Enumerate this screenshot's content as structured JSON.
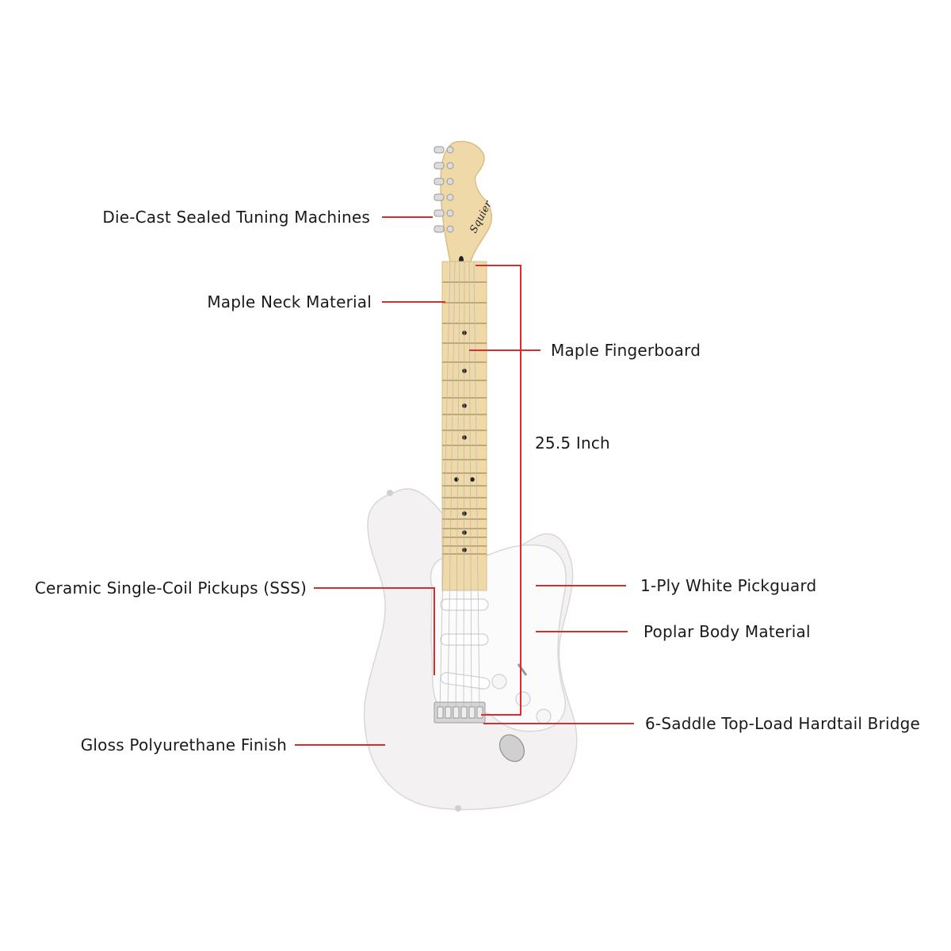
{
  "colors": {
    "leader": "#d32f2f",
    "body": "#f4f1f2",
    "body_edge": "#dcd6d8",
    "maple": "#efd9a8",
    "maple_edge": "#d9bf85",
    "pickguard": "#fbfbfb",
    "hardware": "#c9c9c9"
  },
  "logo": {
    "text": "Squier"
  },
  "labels": {
    "tuners": "Die-Cast Sealed Tuning Machines",
    "neck": "Maple Neck Material",
    "fingerboard": "Maple Fingerboard",
    "scale": "25.5 Inch",
    "pickups": "Ceramic Single-Coil Pickups (SSS)",
    "pickguard": "1-Ply White Pickguard",
    "body": "Poplar Body Material",
    "bridge": "6-Saddle Top-Load Hardtail Bridge",
    "finish": "Gloss Polyurethane Finish"
  }
}
